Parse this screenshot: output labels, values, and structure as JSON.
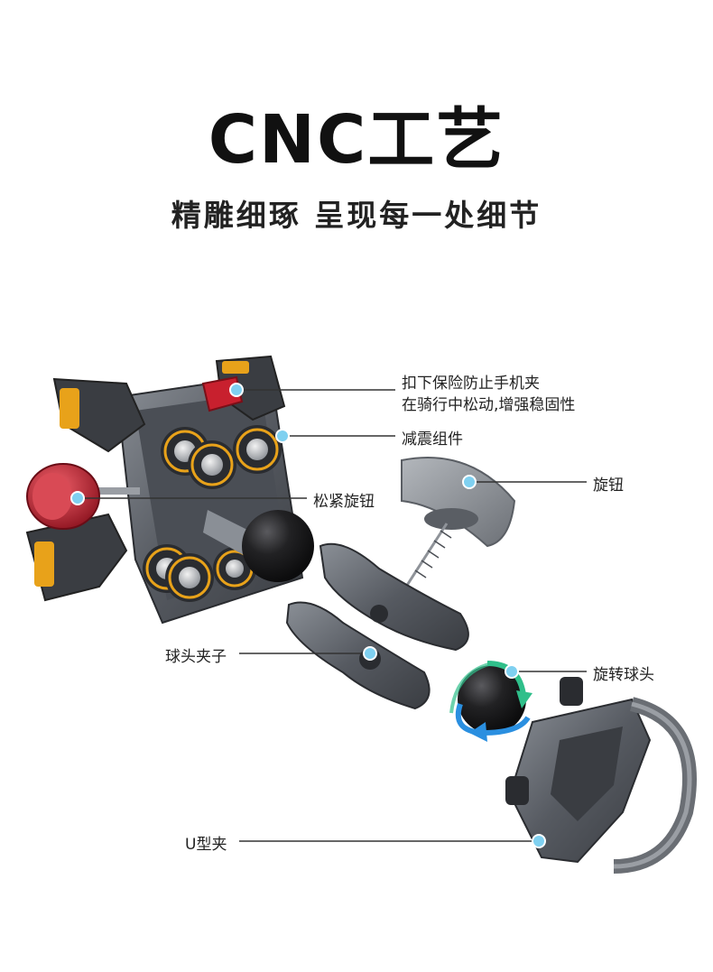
{
  "title": "CNC工艺",
  "subtitle": "精雕细琢 呈现每一处细节",
  "callouts": {
    "safety_lock_line1": "扣下保险防止手机夹",
    "safety_lock_line2": "在骑行中松动,增强稳固性",
    "shock_absorber": "减震组件",
    "tightening_knob": "松紧旋钮",
    "knob": "旋钮",
    "ball_clamp": "球头夹子",
    "rotating_ball": "旋转球头",
    "u_clamp": "U型夹"
  },
  "colors": {
    "metal": "#5c6068",
    "metal_dark": "#33363b",
    "accent_yellow": "#e8a21a",
    "accent_red": "#c8202e",
    "ball": "#1c1c1e",
    "marker": "#7fd0f0",
    "arrow_green": "#2fbf8a",
    "arrow_blue": "#2a8fe0"
  }
}
